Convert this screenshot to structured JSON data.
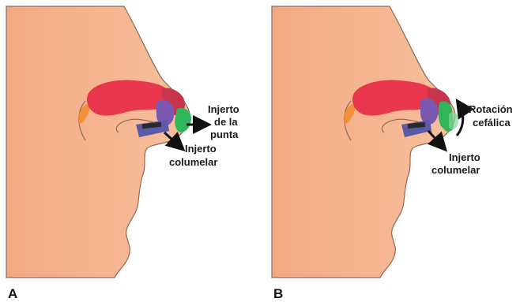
{
  "panels": [
    {
      "letter": "A",
      "labels": {
        "tip_graft_1": "Injerto",
        "tip_graft_2": "de la",
        "tip_graft_3": "punta",
        "columellar_1": "Injerto",
        "columellar_2": "columelar"
      }
    },
    {
      "letter": "B",
      "labels": {
        "rotation_1": "Rotación",
        "rotation_2": "cefálica",
        "columellar_1": "Injerto",
        "columellar_2": "columelar"
      }
    }
  ],
  "colors": {
    "skin": "#f6b58f",
    "skin_outline": "#8a6a5a",
    "lower_lateral_cartilage": "#e8374d",
    "upper_lateral_cartilage": "#d8404f",
    "medial_crura": "#7a58b0",
    "tip_graft": "#2fb55a",
    "columellar_graft": "#5a5aa8",
    "accent_orange": "#f08a2a",
    "arrow": "#111111"
  }
}
